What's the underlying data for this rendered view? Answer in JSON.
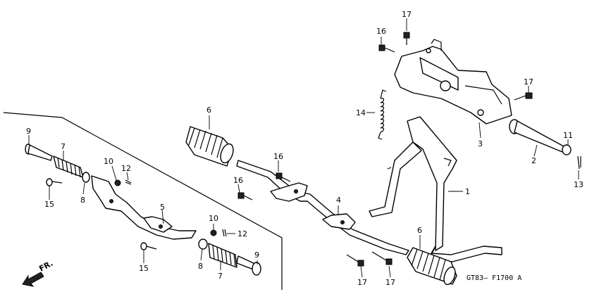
{
  "diagram": {
    "code": "GT83– F1700 A",
    "direction_label": "FR.",
    "callouts": {
      "c1": "1",
      "c2": "2",
      "c3": "3",
      "c4": "4",
      "c5": "5",
      "c6a": "6",
      "c6b": "6",
      "c7a": "7",
      "c7b": "7",
      "c8a": "8",
      "c8b": "8",
      "c9a": "9",
      "c9b": "9",
      "c10a": "10",
      "c10b": "10",
      "c11": "11",
      "c12a": "12",
      "c12b": "12",
      "c13": "13",
      "c14": "14",
      "c15a": "15",
      "c15b": "15",
      "c16a": "16",
      "c16b": "16",
      "c16c": "16",
      "c17a": "17",
      "c17b": "17",
      "c17c": "17",
      "c17d": "17"
    }
  }
}
